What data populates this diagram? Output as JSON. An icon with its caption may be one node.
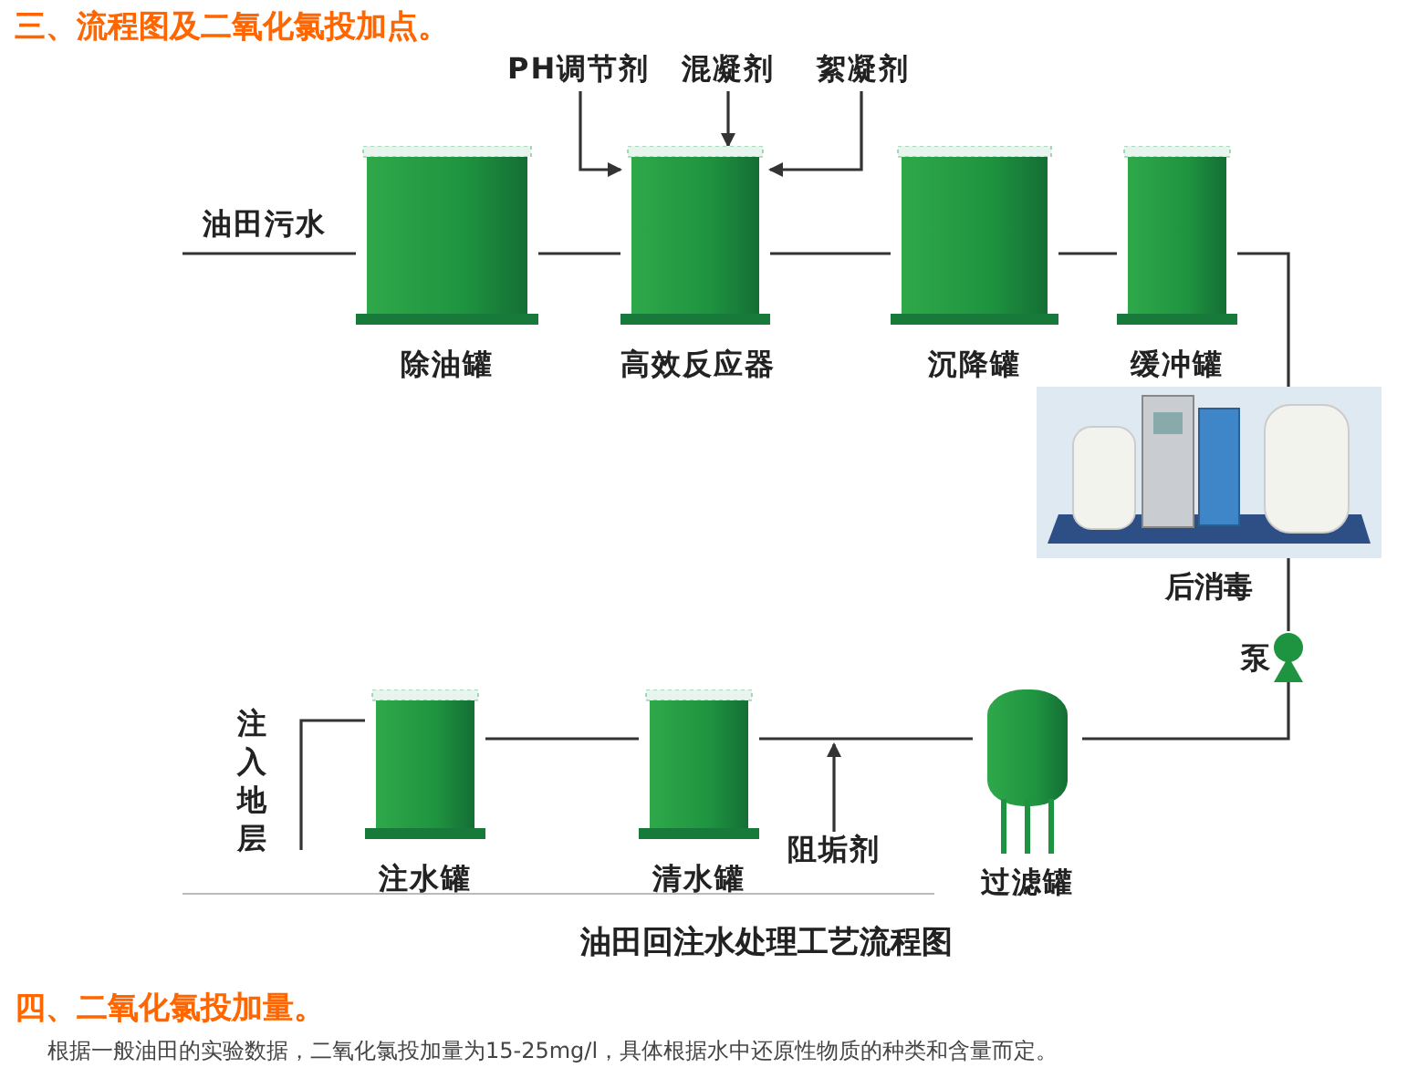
{
  "diagram": {
    "title": "三、流程图及二氧化氯投加点。",
    "caption": "油田回注水处理工艺流程图",
    "nodes": [
      {
        "text": [
          "油田污水"
        ]
      },
      {
        "text": [
          "除油罐"
        ]
      },
      {
        "text": [
          "高效反应器"
        ]
      },
      {
        "text": [
          "沉降罐"
        ]
      },
      {
        "text": [
          "缓冲罐"
        ]
      },
      {
        "text": [
          "后消毒"
        ]
      },
      {
        "text": [
          "泵"
        ]
      },
      {
        "text": [
          "过滤罐"
        ]
      },
      {
        "text": [
          "清水罐"
        ]
      },
      {
        "text": [
          "注水罐"
        ]
      },
      {
        "text": [
          "注入地层"
        ]
      },
      {
        "text": [
          "PH调节剂"
        ]
      },
      {
        "text": [
          "混凝剂"
        ]
      },
      {
        "text": [
          "絮凝剂"
        ]
      },
      {
        "text": [
          "阻垢剂"
        ]
      }
    ],
    "edges": [
      {
        "from": 0,
        "to": 1,
        "arrow": "none"
      },
      {
        "from": 1,
        "to": 2,
        "arrow": "none"
      },
      {
        "from": 2,
        "to": 3,
        "arrow": "none"
      },
      {
        "from": 3,
        "to": 4,
        "arrow": "none"
      },
      {
        "from": 4,
        "to": 5,
        "arrow": "none"
      },
      {
        "from": 5,
        "to": 6,
        "arrow": "none"
      },
      {
        "from": 6,
        "to": 7,
        "arrow": "none"
      },
      {
        "from": 7,
        "to": 8,
        "arrow": "none"
      },
      {
        "from": 8,
        "to": 9,
        "arrow": "none"
      },
      {
        "from": 9,
        "to": 10,
        "arrow": "none"
      },
      {
        "from": 11,
        "to": 2,
        "arrow": "to"
      },
      {
        "from": 12,
        "to": 2,
        "arrow": "to"
      },
      {
        "from": 13,
        "to": 2,
        "arrow": "to"
      },
      {
        "from": 14,
        "to": null,
        "arrow": "to"
      }
    ],
    "labels": [
      "四、二氧化氯投加量。",
      "根据一般油田的实验数据，二氧化氯投加量为15-25mg/l，具体根据水中还原性物质的种类和含量而定。"
    ]
  }
}
